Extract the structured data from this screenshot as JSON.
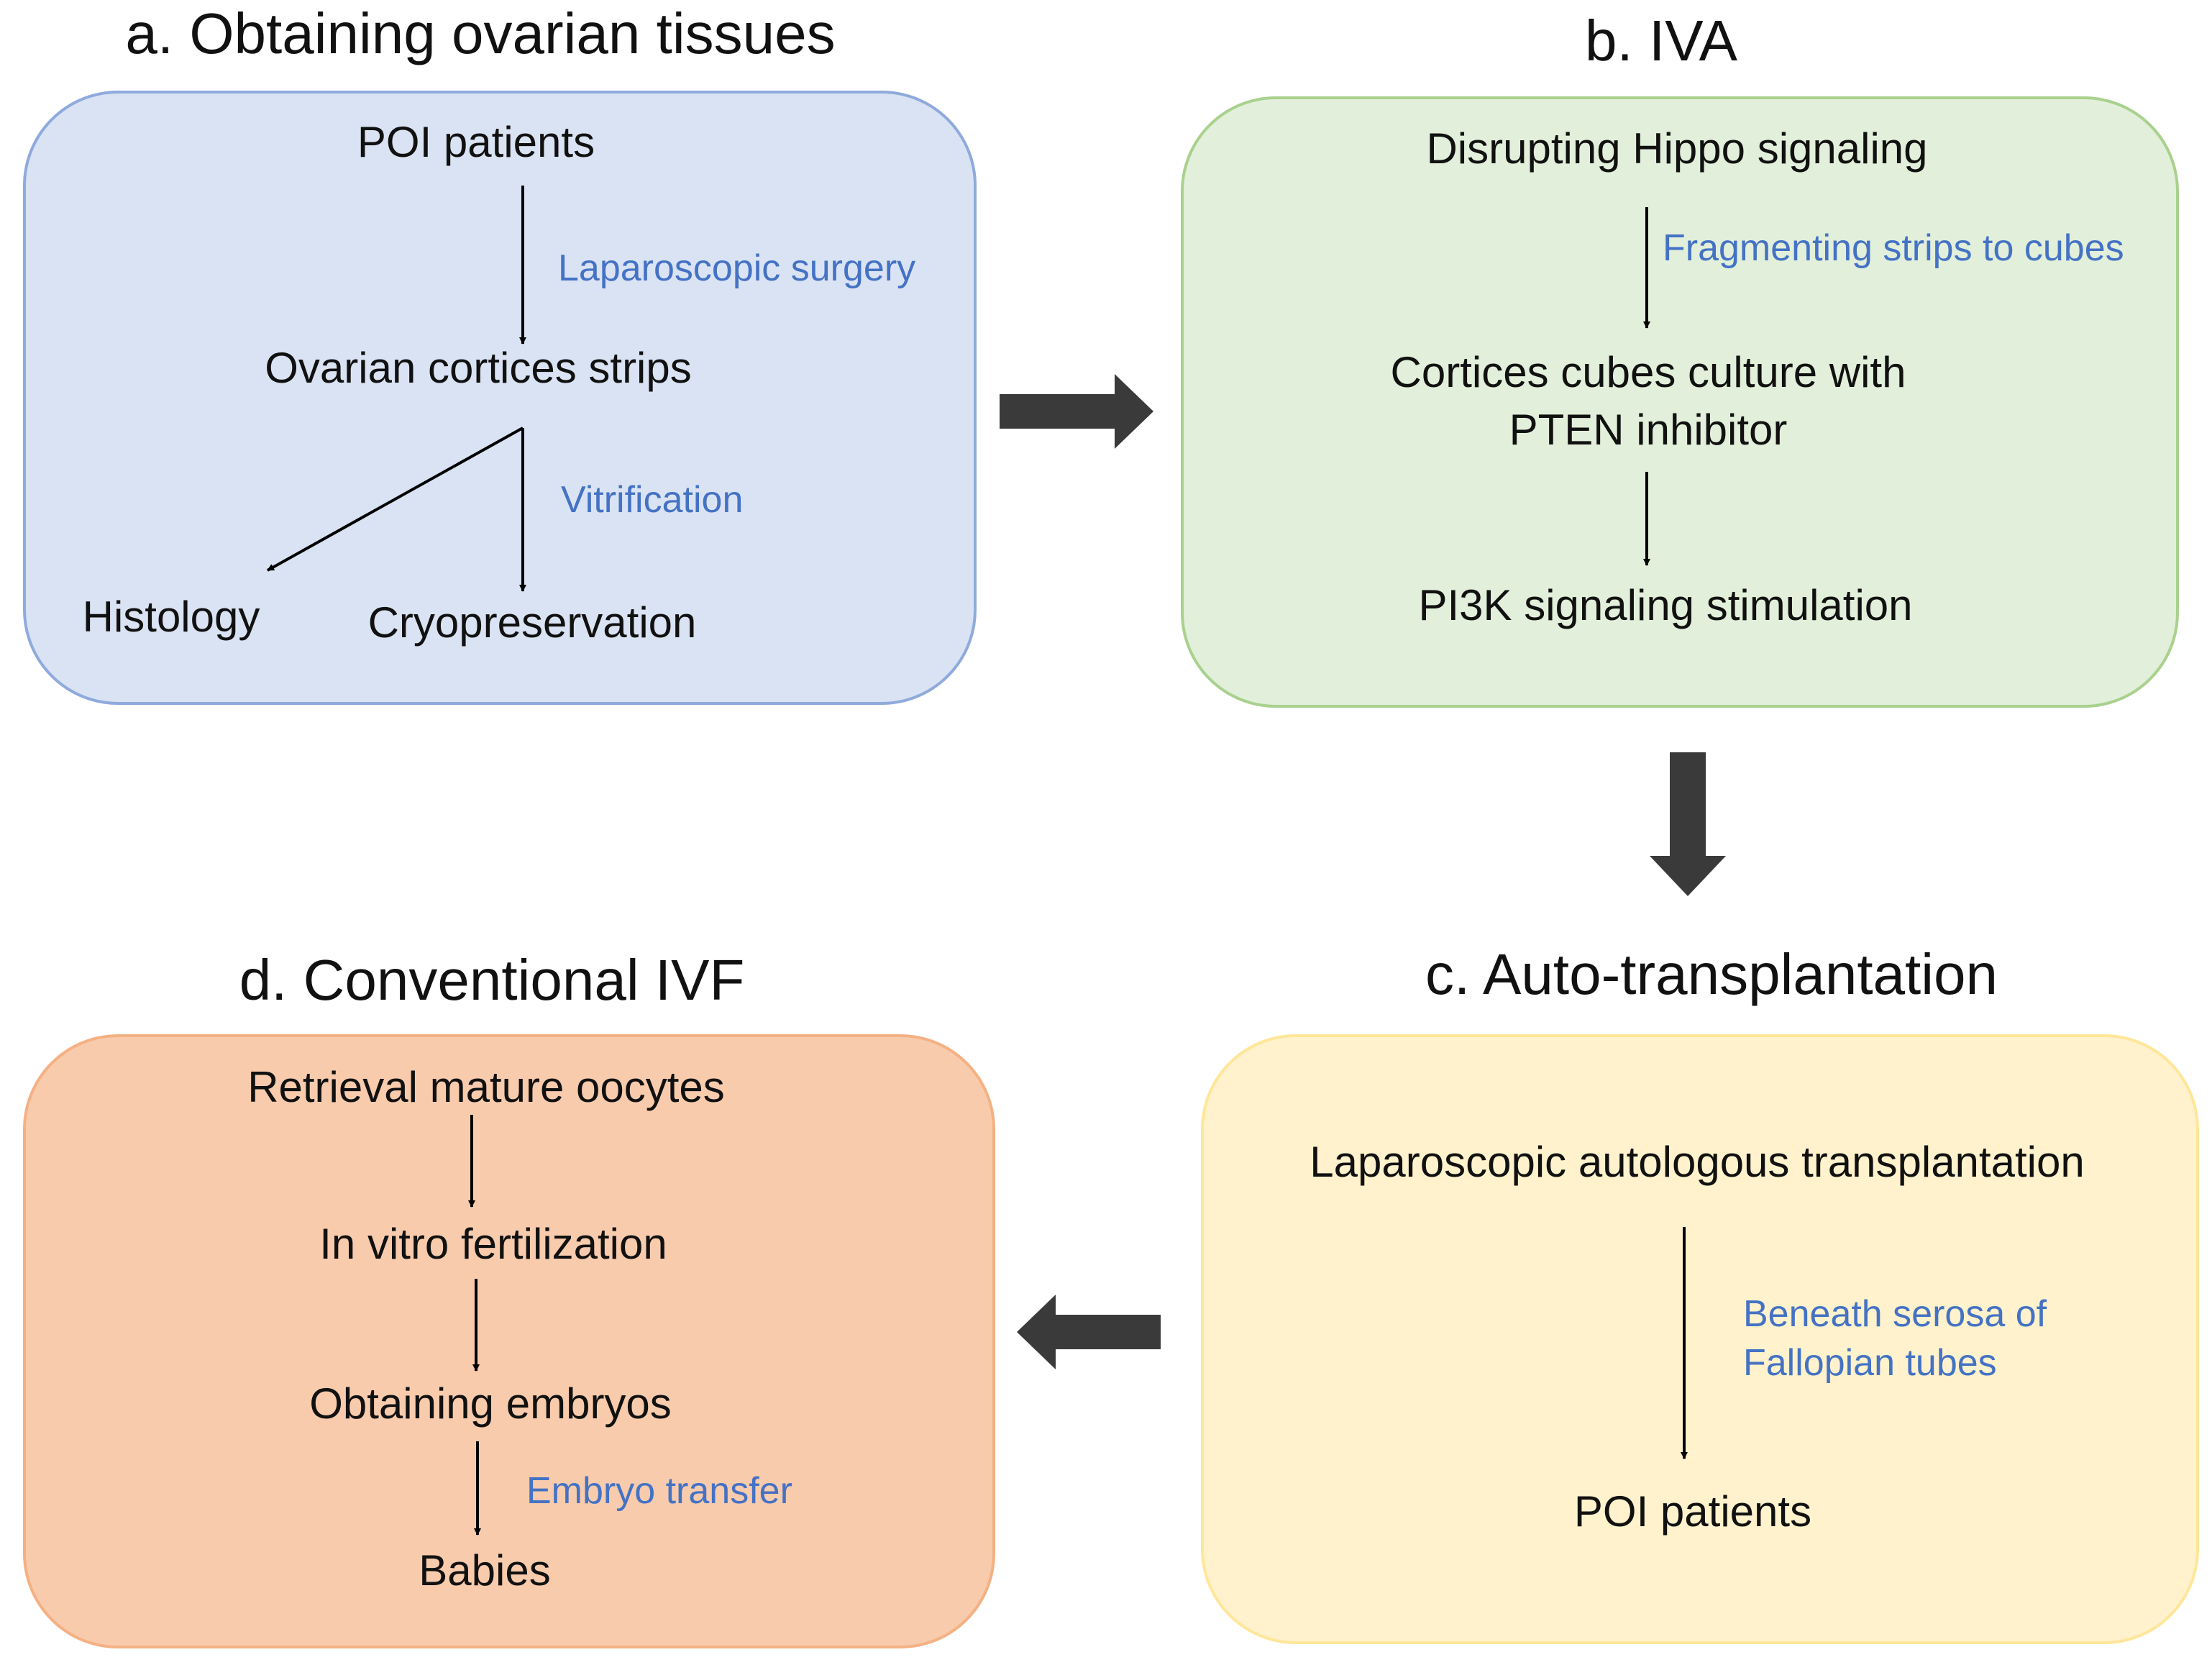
{
  "colors": {
    "panel_a_fill": "#dae3f3",
    "panel_a_stroke": "#8faadc",
    "panel_b_fill": "#e2efda",
    "panel_b_stroke": "#a9d18e",
    "panel_c_fill": "#fff2cc",
    "panel_c_stroke": "#ffe699",
    "panel_d_fill": "#f8cbad",
    "panel_d_stroke": "#f4b183",
    "text": "#111111",
    "annotation": "#4472c4",
    "connector": "#3a3a3a"
  },
  "panel_a": {
    "title": "a. Obtaining ovarian tissues",
    "step1": "POI patients",
    "note1": "Laparoscopic surgery",
    "step2": "Ovarian cortices strips",
    "note2": "Vitrification",
    "out_left": "Histology",
    "out_right": "Cryopreservation"
  },
  "panel_b": {
    "title": "b. IVA",
    "step1": "Disrupting Hippo signaling",
    "note1": "Fragmenting strips to cubes",
    "step2_line1": "Cortices cubes culture with",
    "step2_line2": "PTEN inhibitor",
    "step3": "PI3K signaling stimulation"
  },
  "panel_c": {
    "title": "c. Auto-transplantation",
    "step1": "Laparoscopic autologous transplantation",
    "note1_line1": "Beneath serosa of",
    "note1_line2": "Fallopian tubes",
    "step2": "POI patients"
  },
  "panel_d": {
    "title": "d. Conventional IVF",
    "step1": "Retrieval mature oocytes",
    "step2": "In vitro fertilization",
    "step3": "Obtaining embryos",
    "note1": "Embryo transfer",
    "step4": "Babies"
  }
}
